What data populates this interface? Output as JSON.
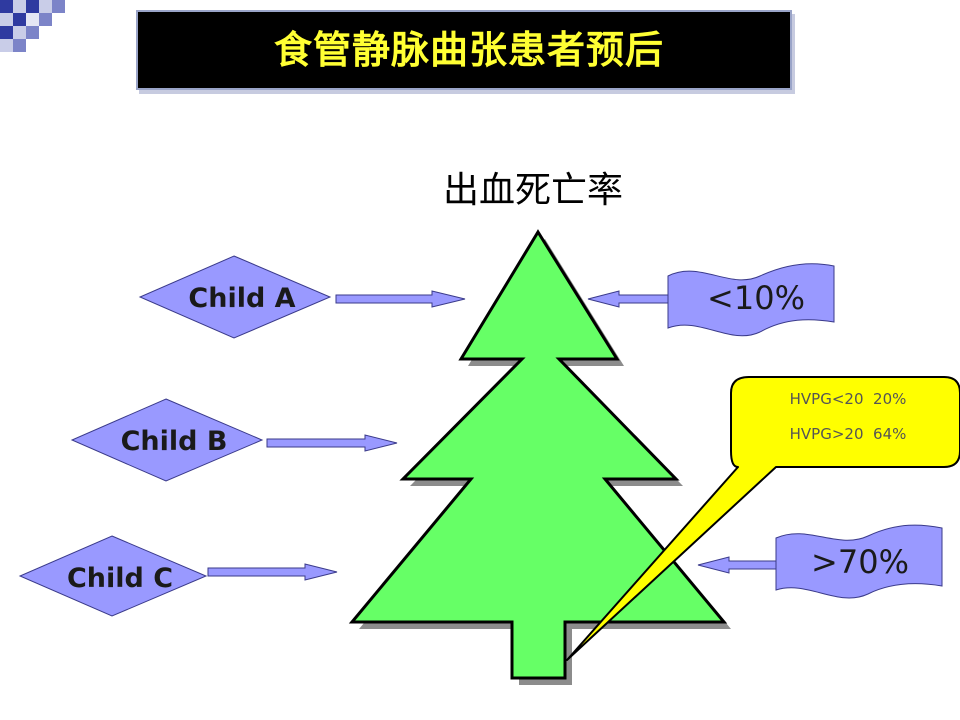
{
  "slide": {
    "title": "食管静脉曲张患者预后",
    "tree_label": "出血死亡率"
  },
  "child_classes": [
    {
      "label": "Child A"
    },
    {
      "label": "Child B"
    },
    {
      "label": "Child C"
    }
  ],
  "outcomes": {
    "low": "<10%",
    "high": ">70%"
  },
  "callout": {
    "line1": "HVPG<20  20%",
    "line2": "HVPG>20  64%"
  },
  "colors": {
    "title_bar": "#000000",
    "title_text": "#ffff33",
    "tree_fill": "#66ff66",
    "shape_fill": "#9999ff",
    "callout_fill": "#ffff00",
    "shadow": "#8c8c8c"
  }
}
